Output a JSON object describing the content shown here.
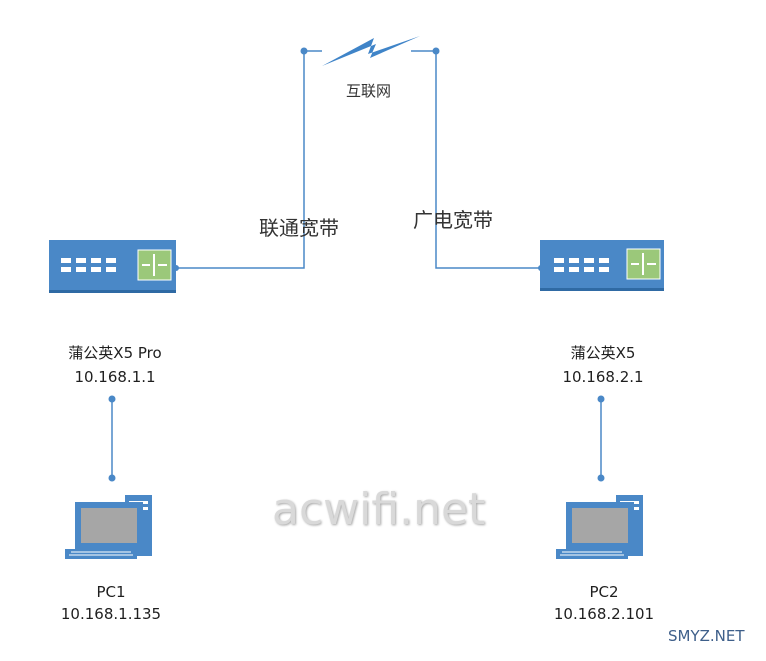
{
  "diagram": {
    "internet_label": "互联网",
    "left_isp_label": "联通宽带",
    "right_isp_label": "广电宽带",
    "router_left": {
      "name": "蒲公英X5 Pro",
      "ip": "10.168.1.1"
    },
    "router_right": {
      "name": "蒲公英X5",
      "ip": "10.168.2.1"
    },
    "pc_left": {
      "name": "PC1",
      "ip": "10.168.1.135"
    },
    "pc_right": {
      "name": "PC2",
      "ip": "10.168.2.101"
    },
    "watermark": "acwifi.net",
    "corner_mark": "SMYZ.NET"
  },
  "colors": {
    "link": "#4a88c7",
    "device_blue": "#4a88c7",
    "router_port": "#ffffff",
    "router_switch_green": "#9bc87a",
    "internet_bolt": "#3f84c8"
  },
  "icons": {
    "router": "router-icon",
    "computer": "desktop-computer-icon",
    "internet": "lightning-bolt-icon"
  }
}
